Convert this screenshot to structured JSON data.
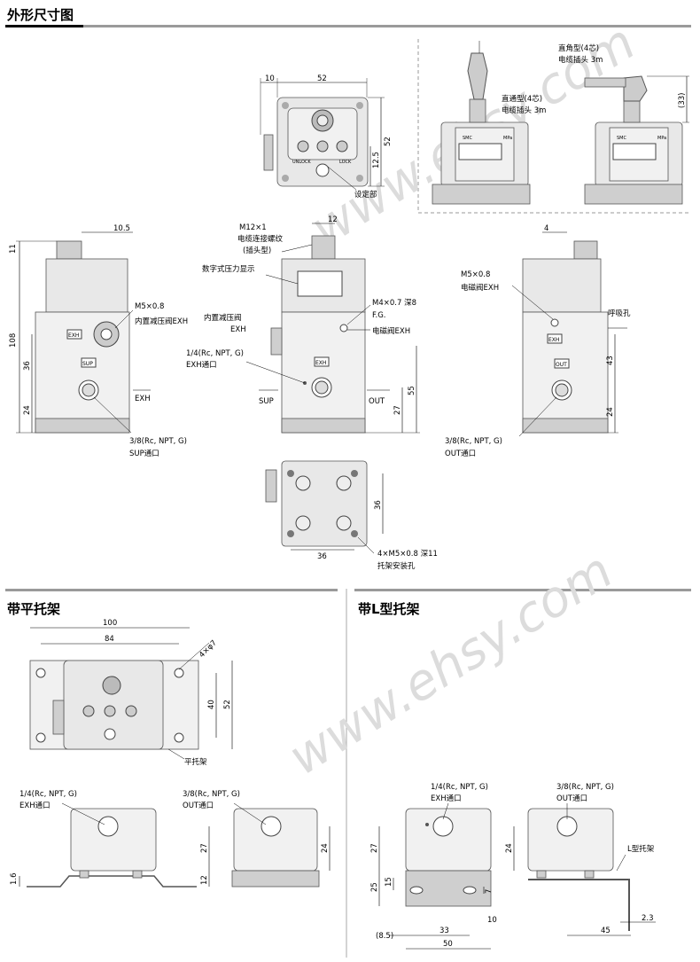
{
  "sections": {
    "main": "外形尺寸图",
    "flat": "带平托架",
    "lshape": "带L型托架"
  },
  "watermark": "www.ehsy.com",
  "top": {
    "d10": "10",
    "d52w": "52",
    "d52h": "52",
    "d125": "12.5",
    "setting": "设定部",
    "unlock": "UNLOCK",
    "lock": "LOCK"
  },
  "inset": {
    "straight1": "直通型(4芯)",
    "straight2": "电缆插头 3m",
    "angle1": "直角型(4芯)",
    "angle2": "电缆插头 3m",
    "d33": "(33)",
    "brand": "SMC",
    "mpa": "MPa"
  },
  "left": {
    "d105": "10.5",
    "d11": "11",
    "d108": "108",
    "d36": "36",
    "d24": "24",
    "m5": "M5×0.8",
    "exh_valve": "内置减压阀EXH",
    "exh": "EXH",
    "sup": "SUP",
    "exh_arrow": "EXH",
    "port1": "3/8(Rc, NPT, G)",
    "port2": "SUP通口"
  },
  "front": {
    "d12": "12",
    "m12a": "M12×1",
    "m12b": "电缆连接螺纹",
    "m12c": "(插头型)",
    "digital": "数字式压力显示",
    "m4": "M4×0.7 深8",
    "fg": "F.G.",
    "inner1": "内置减压阀",
    "inner2": "EXH",
    "solexh": "电磁阀EXH",
    "p1": "1/4(Rc, NPT, G)",
    "p2": "EXH通口",
    "exh": "EXH",
    "sup": "SUP",
    "out": "OUT",
    "d27": "27",
    "d55": "55"
  },
  "right": {
    "d4": "4",
    "m5": "M5×0.8",
    "sol": "电磁阀EXH",
    "breath": "呼吸孔",
    "exh": "EXH",
    "out": "OUT",
    "d43": "43",
    "d24": "24",
    "p1": "3/8(Rc, NPT, G)",
    "p2": "OUT通口"
  },
  "bottom": {
    "d36h": "36",
    "d36v": "36",
    "holes": "4×M5×0.8 深11",
    "bracket": "托架安装孔"
  },
  "flat": {
    "d100": "100",
    "d84": "84",
    "d7": "4×φ7",
    "d40": "40",
    "d52": "52",
    "plate": "平托架",
    "p1a": "1/4(Rc, NPT, G)",
    "p1b": "EXH通口",
    "p2a": "3/8(Rc, NPT, G)",
    "p2b": "OUT通口",
    "d16": "1.6",
    "d27": "27",
    "d12": "12",
    "d24": "24"
  },
  "lbr": {
    "p1a": "1/4(Rc, NPT, G)",
    "p1b": "EXH通口",
    "p2a": "3/8(Rc, NPT, G)",
    "p2b": "OUT通口",
    "label": "L型托架",
    "d27": "27",
    "d25": "25",
    "d15": "15",
    "d7": "7",
    "d10": "10",
    "d85": "(8.5)",
    "d33": "33",
    "d50": "50",
    "d24": "24",
    "d23": "2.3",
    "d45": "45"
  }
}
